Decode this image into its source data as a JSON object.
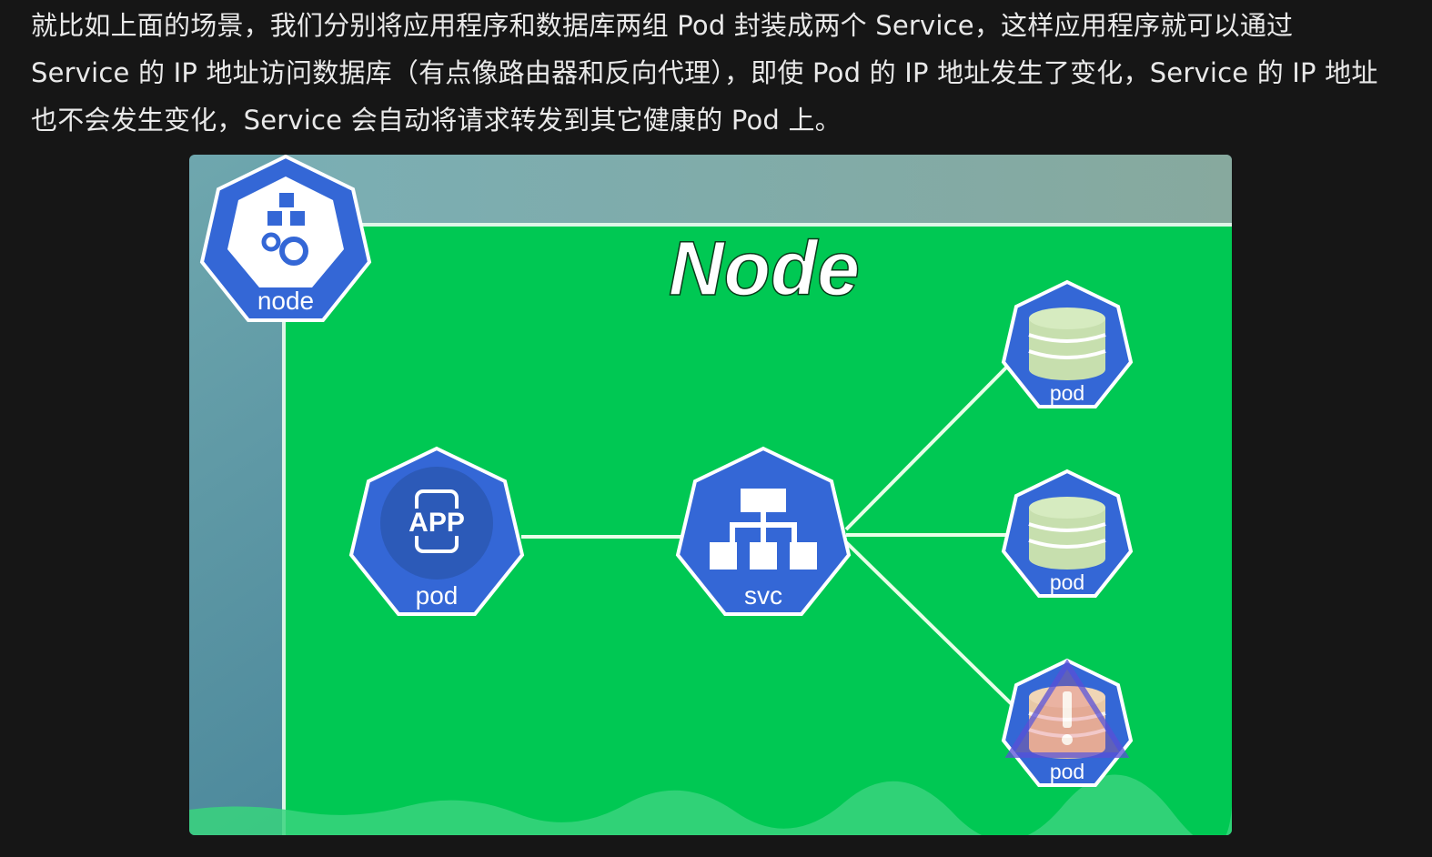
{
  "article": {
    "paragraph": "就比如上面的场景，我们分别将应用程序和数据库两组 Pod 封装成两个 Service，这样应用程序就可以通过 Service 的 IP 地址访问数据库（有点像路由器和反向代理），即使 Pod 的 IP 地址发生了变化，Service 的 IP 地址也不会发生变化，Service 会自动将请求转发到其它健康的 Pod 上。"
  },
  "diagram": {
    "title": "Node",
    "node_badge_label": "node",
    "app_pod_label": "pod",
    "app_icon_text": "APP",
    "svc_label": "svc",
    "db_pod_labels": [
      "pod",
      "pod",
      "pod"
    ],
    "colors": {
      "page_background": "#161616",
      "text": "#e9e9e9",
      "node_area": "#00c853",
      "k8s_blue": "#3467d6",
      "connector": "#e8ffe8",
      "db_icon": "#c7dfae",
      "warning_triangle": "#5a4fd6",
      "failed_db_icon": "#e8c9a5"
    }
  }
}
